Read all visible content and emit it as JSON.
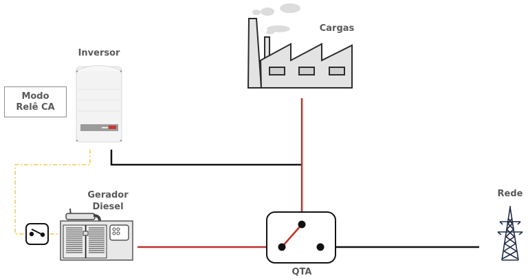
{
  "diagram": {
    "labels": {
      "inverter": "Inversor",
      "mode_line1": "Modo",
      "mode_line2": "Relê CA",
      "loads": "Cargas",
      "generator_line1": "Gerador",
      "generator_line2": "Diesel",
      "grid": "Rede",
      "ats": "QTA"
    },
    "colors": {
      "power_line_red": "#c0302b",
      "power_line_black": "#111111",
      "control_line_yellow": "#f2c94c",
      "label_gray": "#595959",
      "icon_fill_gray": "#e3e3e3",
      "tower_navy": "#1f2a44"
    },
    "nodes": [
      "inverter",
      "loads",
      "generator",
      "relay-switch",
      "ats",
      "grid"
    ]
  }
}
